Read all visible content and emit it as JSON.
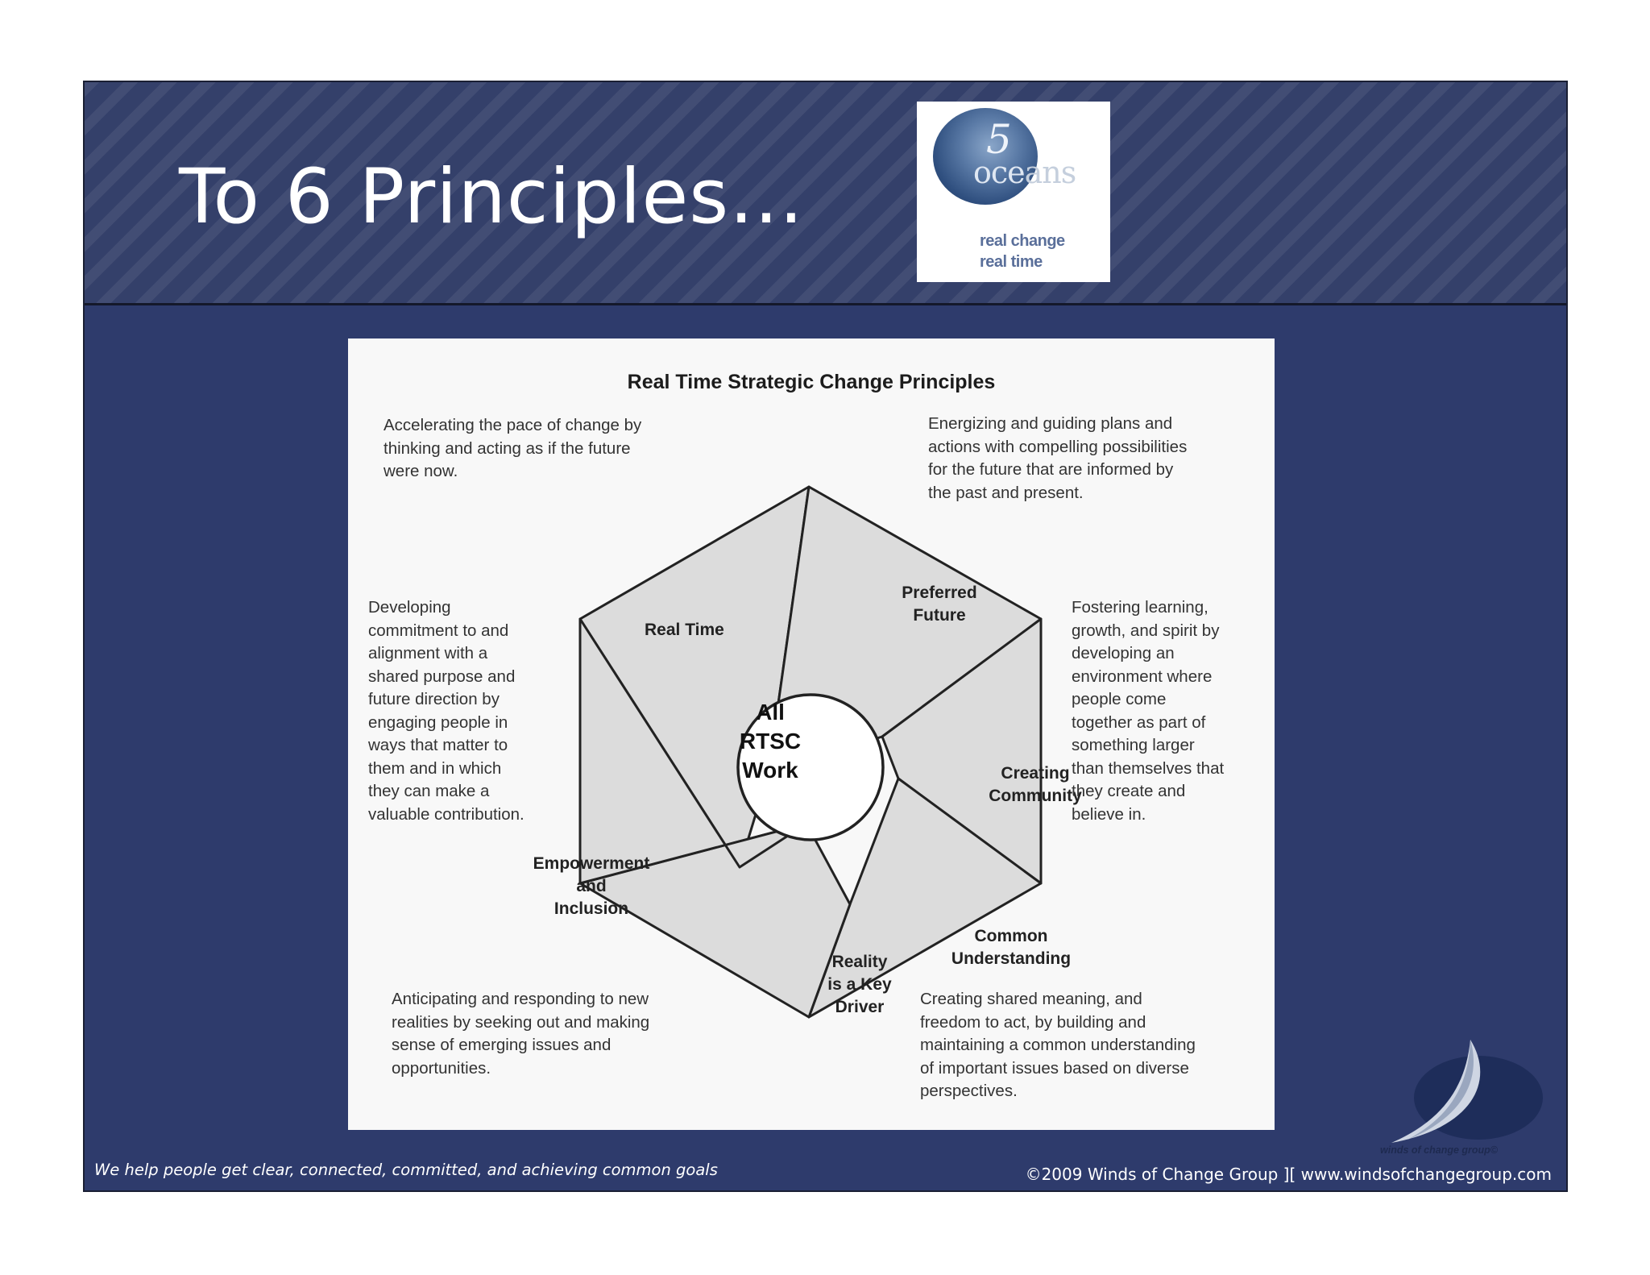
{
  "slide": {
    "title": "To 6 Principles...",
    "footer_tagline": "We help people get clear, connected, committed, and achieving common goals",
    "footer_copyright": "©2009 Winds of Change Group ][ www.windsofchangegroup.com"
  },
  "logo_5oceans": {
    "numeral": "5",
    "word_first": "oce",
    "word_last": "ans",
    "tagline_line1": "real change",
    "tagline_line2": "real time"
  },
  "logo_winds": {
    "text": "winds of change group©"
  },
  "diagram": {
    "title": "Real Time Strategic Change Principles",
    "center": {
      "line1": "All",
      "line2": "RTSC",
      "line3": "Work"
    },
    "segments": {
      "real_time": "Real Time",
      "preferred_future": {
        "line1": "Preferred",
        "line2": "Future"
      },
      "creating_community": {
        "line1": "Creating",
        "line2": "Community"
      },
      "common_understanding": {
        "line1": "Common",
        "line2": "Understanding"
      },
      "reality": {
        "line1": "Reality",
        "line2": "is a Key",
        "line3": "Driver"
      },
      "empowerment": {
        "line1": "Empowerment",
        "line2": "and",
        "line3": "Inclusion"
      }
    },
    "descriptions": {
      "real_time": [
        "Accelerating the pace of change by",
        "thinking and acting as if the future",
        "were now."
      ],
      "preferred_future": [
        "Energizing and guiding plans and",
        "actions with compelling possibilities",
        "for the future that are informed by",
        "the past and present."
      ],
      "empowerment": [
        "Developing",
        "commitment to and",
        "alignment with a",
        "shared purpose and",
        "future direction by",
        "engaging people in",
        "ways that matter to",
        "them and in which",
        "they can make a",
        "valuable contribution."
      ],
      "creating_community": [
        "Fostering learning,",
        "growth, and spirit by",
        "developing an",
        "environment where",
        "people come",
        "together as part of",
        "something larger",
        "than themselves that",
        "they create and",
        "believe in."
      ],
      "reality": [
        "Anticipating and responding to new",
        "realities by seeking out and making",
        "sense of emerging issues and",
        "opportunities."
      ],
      "common_understanding": [
        "Creating shared meaning, and",
        "freedom to act, by building and",
        "maintaining a common understanding",
        "of important issues based on diverse",
        "perspectives."
      ]
    }
  }
}
